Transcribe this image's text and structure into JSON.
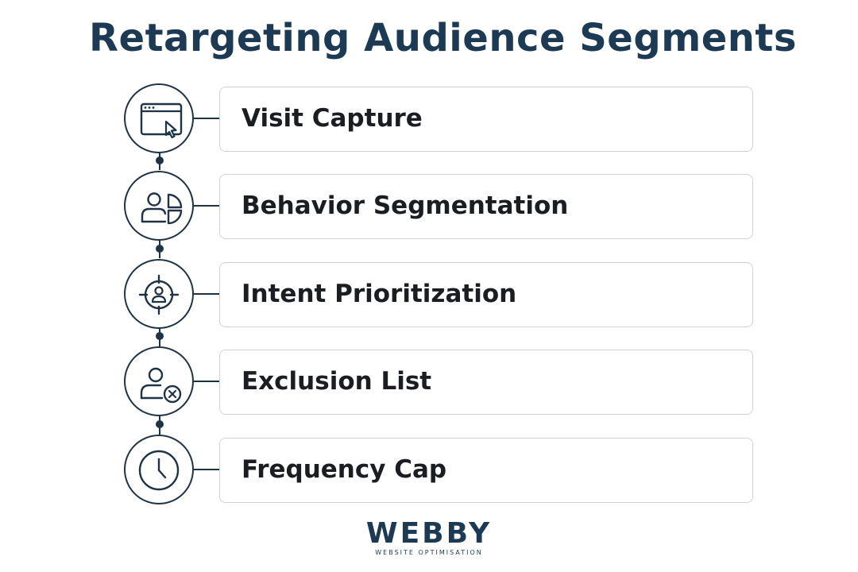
{
  "title": "Retargeting Audience Segments",
  "steps": [
    {
      "label": "Visit Capture",
      "icon": "browser-cursor-icon"
    },
    {
      "label": "Behavior Segmentation",
      "icon": "users-pie-chart-icon"
    },
    {
      "label": "Intent Prioritization",
      "icon": "target-user-icon"
    },
    {
      "label": "Exclusion List",
      "icon": "user-remove-icon"
    },
    {
      "label": "Frequency Cap",
      "icon": "clock-icon"
    }
  ],
  "logo": {
    "name": "WEBBY",
    "tagline": "WEBSITE OPTIMISATION"
  },
  "colors": {
    "title": "#1c3a53",
    "line": "#1f3346",
    "box_border": "#cfd3d7",
    "label": "#1a1d21"
  }
}
